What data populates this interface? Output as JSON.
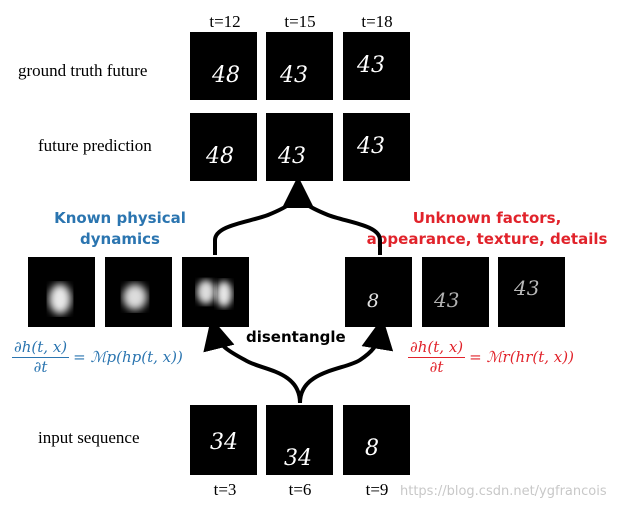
{
  "top_time_labels": [
    "t=12",
    "t=15",
    "t=18"
  ],
  "bottom_time_labels": [
    "t=3",
    "t=6",
    "t=9"
  ],
  "row_labels": {
    "ground_truth": "ground truth future",
    "prediction": "future prediction",
    "input": "input sequence"
  },
  "left_heading": "Known physical dynamics",
  "right_heading": "Unknown factors, appearance, texture, details",
  "center_label": "disentangle",
  "left_equation": {
    "numerator": "∂h(t, x)",
    "denominator": "∂t",
    "rhs": "= ℳp(hp(t, x))"
  },
  "right_equation": {
    "numerator": "∂h(t, x)",
    "denominator": "∂t",
    "rhs": "= ℳr(hr(t, x))"
  },
  "digits": {
    "ground_truth": [
      "48",
      "43",
      "43"
    ],
    "prediction": [
      "48",
      "43",
      "43"
    ],
    "input": [
      "34",
      "34",
      "8"
    ],
    "right_components": [
      "8",
      "43",
      "43"
    ]
  },
  "watermark": "https://blog.csdn.net/ygfrancois",
  "colors": {
    "blue": "#2b75b0",
    "red": "#e1232b",
    "tile": "#000000"
  }
}
